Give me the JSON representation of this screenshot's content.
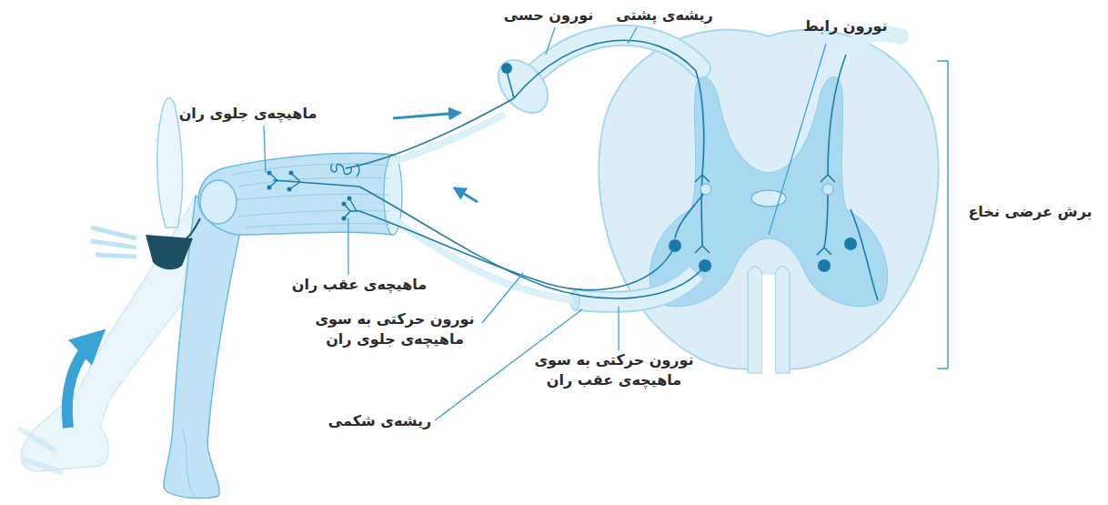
{
  "diagram": {
    "labels": [
      "نورون حسی",
      "ریشه‌ی پشتی",
      "نورون رابط",
      "ماهیچه‌ی جلوی ران",
      "برش عرضی نخاع",
      "ماهیچه‌ی عقب ران",
      "نورون حرکتی به سوی ماهیچه‌ی جلوی ران",
      "نورون حرکتی به سوی ماهیچه‌ی عقب ران",
      "ریشه‌ی شکمی"
    ]
  }
}
